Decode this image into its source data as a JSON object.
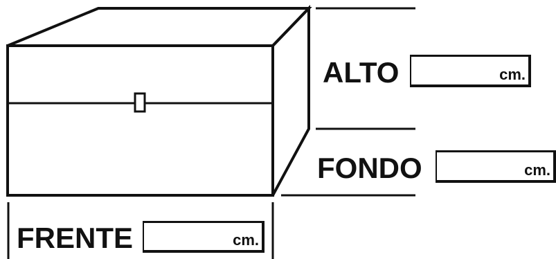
{
  "fields": {
    "alto": {
      "label": "ALTO",
      "value": "",
      "unit": "cm."
    },
    "fondo": {
      "label": "FONDO",
      "value": "",
      "unit": "cm."
    },
    "frente": {
      "label": "FRENTE",
      "value": "",
      "unit": "cm."
    }
  },
  "colors": {
    "line": "#111111",
    "background": "#ffffff"
  }
}
